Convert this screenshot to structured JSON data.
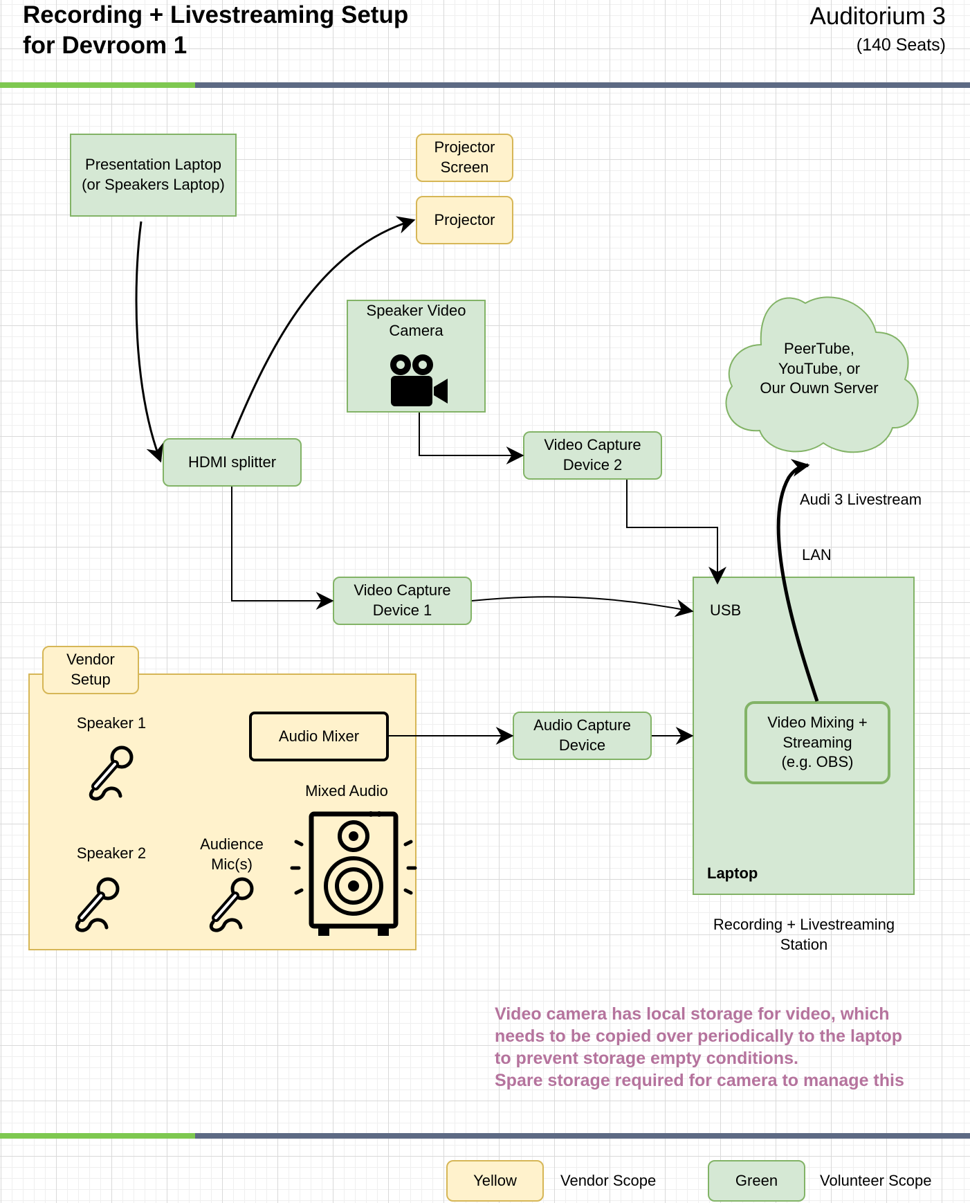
{
  "header": {
    "title_line1": "Recording + Livestreaming Setup",
    "title_line2": "for Devroom 1",
    "room_name": "Auditorium 3",
    "room_seats": "(140 Seats)"
  },
  "nodes": {
    "presentation_laptop": "Presentation Laptop\n(or Speakers Laptop)",
    "projector_screen": "Projector\nScreen",
    "projector": "Projector",
    "speaker_video_camera": "Speaker Video\nCamera",
    "hdmi_splitter": "HDMI splitter",
    "video_capture_2": "Video Capture\nDevice 2",
    "video_capture_1": "Video Capture\nDevice 1",
    "cloud": "PeerTube,\nYouTube, or\nOur Ouwn Server",
    "audio_capture": "Audio Capture\nDevice",
    "laptop_usb": "USB",
    "laptop_label": "Laptop",
    "video_mixing": "Video Mixing +\nStreaming\n(e.g. OBS)",
    "station_caption": "Recording + Livestreaming\nStation"
  },
  "edge_labels": {
    "livestream": "Audi 3 Livestream",
    "lan": "LAN"
  },
  "vendor": {
    "tab": "Vendor\nSetup",
    "speaker1": "Speaker 1",
    "speaker2": "Speaker 2",
    "audience_mics": "Audience\nMic(s)",
    "audio_mixer": "Audio Mixer",
    "mixed_audio": "Mixed Audio"
  },
  "note": "Video camera has local storage for video, which\nneeds to be copied over periodically to the laptop\nto prevent storage empty conditions.\nSpare storage required for camera to manage this",
  "legend": {
    "yellow_label": "Yellow",
    "yellow_desc": "Vendor Scope",
    "green_label": "Green",
    "green_desc": "Volunteer Scope"
  },
  "colors": {
    "green_fill": "#d5e8d4",
    "green_stroke": "#82b366",
    "yellow_fill": "#fff2cc",
    "yellow_stroke": "#d6b656",
    "accent_green": "#7ec850",
    "accent_slate": "#5d6a84",
    "note_text": "#b5739d"
  }
}
